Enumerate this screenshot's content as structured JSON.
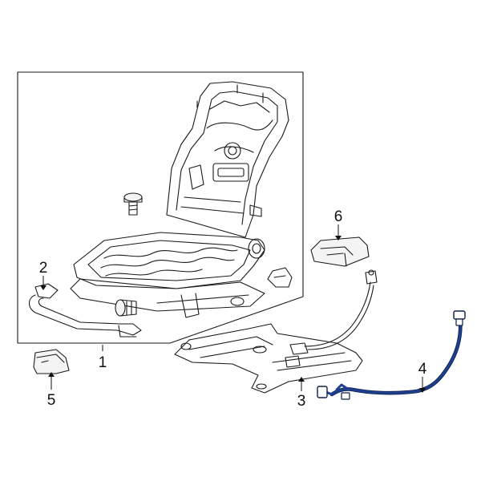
{
  "callouts": [
    {
      "id": "1",
      "label": "1"
    },
    {
      "id": "2",
      "label": "2"
    },
    {
      "id": "3",
      "label": "3"
    },
    {
      "id": "4",
      "label": "4"
    },
    {
      "id": "5",
      "label": "5"
    },
    {
      "id": "6",
      "label": "6"
    }
  ],
  "colors": {
    "line": "#1a1a1a",
    "highlight_harness": "#1f3f8f",
    "background": "#ffffff"
  }
}
